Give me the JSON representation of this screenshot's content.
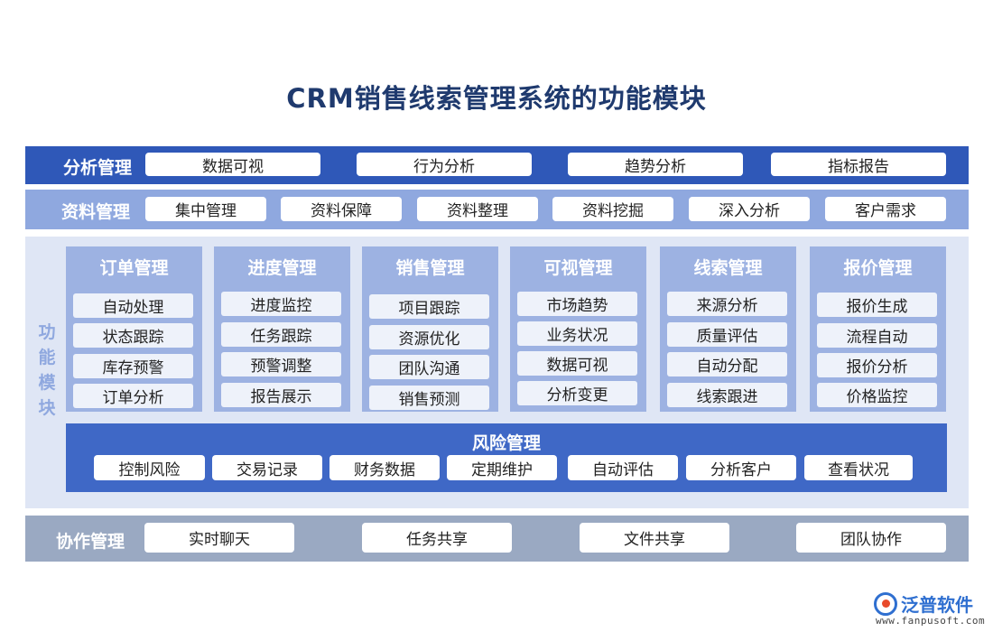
{
  "title": "CRM销售线索管理系统的功能模块",
  "analysis": {
    "label": "分析管理",
    "items": [
      "数据可视",
      "行为分析",
      "趋势分析",
      "指标报告"
    ]
  },
  "data_mgmt": {
    "label": "资料管理",
    "items": [
      "集中管理",
      "资料保障",
      "资料整理",
      "资料挖掘",
      "深入分析",
      "客户需求"
    ]
  },
  "functions": {
    "label_chars": [
      "功",
      "能",
      "模",
      "块"
    ],
    "modules": [
      {
        "title": "订单管理",
        "items": [
          "自动处理",
          "状态跟踪",
          "库存预警",
          "订单分析"
        ]
      },
      {
        "title": "进度管理",
        "items": [
          "进度监控",
          "任务跟踪",
          "预警调整",
          "报告展示"
        ]
      },
      {
        "title": "销售管理",
        "items": [
          "项目跟踪",
          "资源优化",
          "团队沟通",
          "销售预测"
        ]
      },
      {
        "title": "可视管理",
        "items": [
          "市场趋势",
          "业务状况",
          "数据可视",
          "分析变更"
        ]
      },
      {
        "title": "线索管理",
        "items": [
          "来源分析",
          "质量评估",
          "自动分配",
          "线索跟进"
        ]
      },
      {
        "title": "报价管理",
        "items": [
          "报价生成",
          "流程自动",
          "报价分析",
          "价格监控"
        ]
      }
    ],
    "risk": {
      "title": "风险管理",
      "items": [
        "控制风险",
        "交易记录",
        "财务数据",
        "定期维护",
        "自动评估",
        "分析客户",
        "查看状况"
      ]
    }
  },
  "collab": {
    "label": "协作管理",
    "items": [
      "实时聊天",
      "任务共享",
      "文件共享",
      "团队协作"
    ]
  },
  "logo": {
    "name": "泛普软件",
    "url": "www.fanpusoft.com"
  },
  "colors": {
    "title": "#1f3a6e",
    "analysis_band": "#2f58b8",
    "data_band": "#8fa8df",
    "function_band": "#dfe6f5",
    "module": "#9db2e2",
    "risk": "#3f68c6",
    "collab_band": "#9aa9c2"
  }
}
